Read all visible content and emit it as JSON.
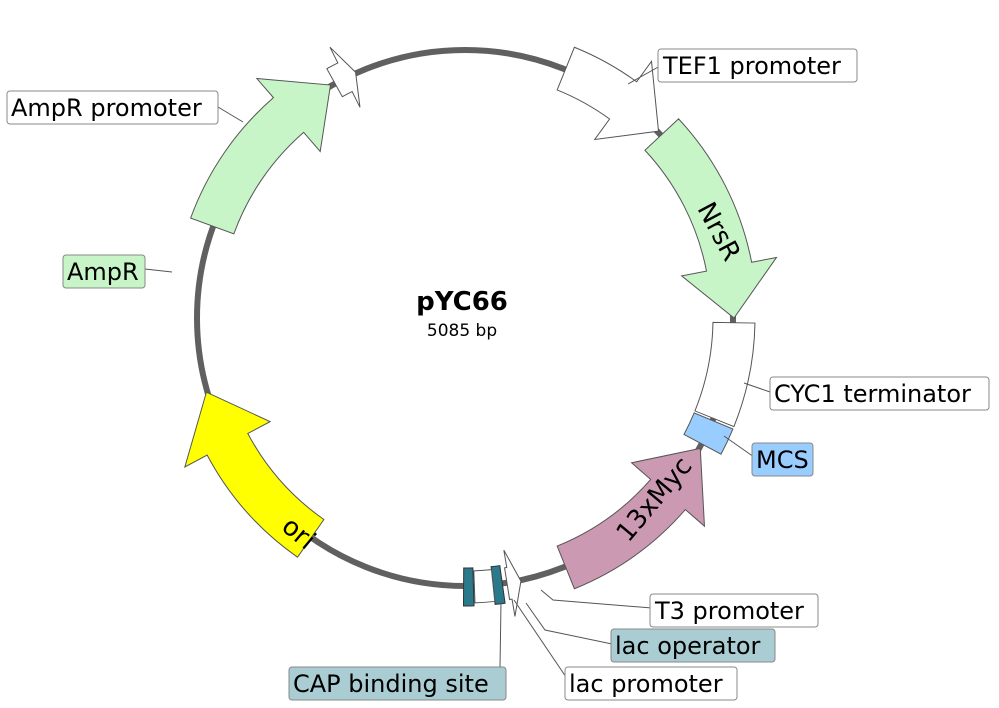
{
  "plasmid": {
    "name": "pYC66",
    "size_label": "5085 bp",
    "backbone_color": "#606060"
  },
  "features": [
    {
      "id": "tef1",
      "label": "TEF1 promoter",
      "color": "#ffffff",
      "box_color": "#ffffff"
    },
    {
      "id": "nrsr",
      "label": "NrsR",
      "color": "#c8f5c8",
      "box_color": "#c8f5c8"
    },
    {
      "id": "cyc1",
      "label": "CYC1 terminator",
      "color": "#ffffff",
      "box_color": "#ffffff"
    },
    {
      "id": "mcs",
      "label": "MCS",
      "color": "#99ccff",
      "box_color": "#99ccff"
    },
    {
      "id": "myc",
      "label": "13xMyc",
      "color": "#cc99b3",
      "box_color": "#cc99b3"
    },
    {
      "id": "t3",
      "label": "T3 promoter",
      "color": "#ffffff",
      "box_color": "#ffffff"
    },
    {
      "id": "lacop",
      "label": "lac operator",
      "color": "#2a7a8c",
      "box_color": "#a9cdd2"
    },
    {
      "id": "lacpro",
      "label": "lac promoter",
      "color": "#ffffff",
      "box_color": "#ffffff"
    },
    {
      "id": "cap",
      "label": "CAP binding site",
      "color": "#2a7a8c",
      "box_color": "#a9cdd2"
    },
    {
      "id": "ori",
      "label": "ori",
      "color": "#ffff00",
      "box_color": "#ffff00"
    },
    {
      "id": "ampr",
      "label": "AmpR",
      "color": "#c8f5c8",
      "box_color": "#c8f5c8"
    },
    {
      "id": "amprpro",
      "label": "AmpR promoter",
      "color": "#ffffff",
      "box_color": "#ffffff"
    }
  ]
}
